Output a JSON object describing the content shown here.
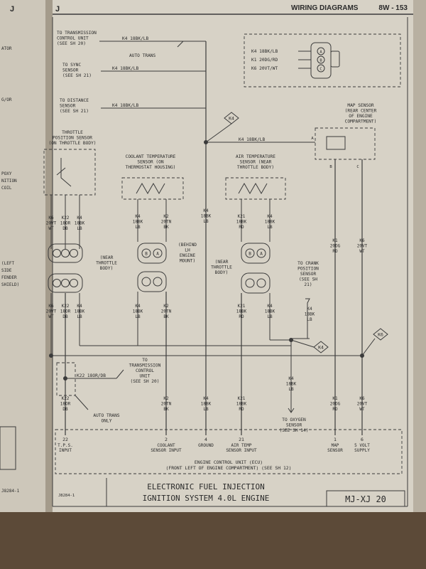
{
  "header": {
    "left_letter": "J",
    "page_letter": "J",
    "title": "WIRING DIAGRAMS",
    "page_number": "8W - 153"
  },
  "left_page": {
    "fragments": [
      "ATOR",
      "G/OR",
      "POXY",
      "NITION",
      "COIL",
      "(LEFT",
      "SIDE",
      "FENDER",
      "SHIELD)",
      "J8284-1"
    ]
  },
  "top_feeds": {
    "tcu": {
      "lines": [
        "TO TRANSMISSION",
        "CONTROL UNIT",
        "(SEE SH 20)"
      ],
      "wire": "K4 18BK/LB",
      "note": "AUTO TRANS"
    },
    "sync": {
      "lines": [
        "TO SYNC",
        "SENSOR",
        "(SEE SH 21)"
      ],
      "wire": "K4 18BK/LB"
    },
    "distance": {
      "lines": [
        "TO DISTANCE",
        "SENSOR",
        "(SEE SH 21)"
      ],
      "wire": "K4 18BK/LB"
    },
    "splice_k4": "K4",
    "wire_k4_map": "K4 18BK/LB"
  },
  "map_connector": {
    "wires": [
      "K4 18BK/LB",
      "K1 20DG/RD",
      "K6 20VT/WT"
    ],
    "pins": [
      "A",
      "B",
      "C"
    ]
  },
  "map_sensor": {
    "lines": [
      "MAP SENSOR",
      "(REAR CENTER",
      "OF ENGINE",
      "COMPARTMENT)"
    ],
    "pins": [
      "A",
      "B",
      "C"
    ]
  },
  "tps": {
    "lines": [
      "THROTTLE",
      "POSITION SENSOR",
      "(ON THROTTLE BODY)"
    ],
    "wires_top": [
      [
        "K6",
        "20VT",
        "WT"
      ],
      [
        "K22",
        "18OR",
        "DB"
      ],
      [
        "K4",
        "18BK",
        "LB"
      ]
    ],
    "wires_bottom": [
      [
        "K6",
        "20VT",
        "WT"
      ],
      [
        "K22",
        "18OR",
        "DB"
      ],
      [
        "K4",
        "18BK",
        "LB"
      ]
    ],
    "near": [
      "(NEAR",
      "THROTTLE",
      "BODY)"
    ]
  },
  "coolant": {
    "lines": [
      "COOLANT TEMPERATURE",
      "SENSOR (ON",
      "THERMOSTAT HOUSING)"
    ],
    "wires_top": [
      [
        "K4",
        "18BK",
        "LB"
      ],
      [
        "K2",
        "20TN",
        "BK"
      ]
    ],
    "wires_bottom": [
      [
        "K4",
        "18BK",
        "LB"
      ],
      [
        "K2",
        "20TN",
        "BK"
      ]
    ],
    "behind": [
      "(BEHIND",
      "LH",
      "ENGINE",
      "MOUNT)"
    ]
  },
  "air": {
    "lines": [
      "AIR TEMPERATURE",
      "SENSOR (NEAR",
      "THROTTLE BODY)"
    ],
    "wires_top": [
      [
        "K21",
        "18BK",
        "RD"
      ],
      [
        "K4",
        "18BK",
        "LB"
      ]
    ],
    "wires_bottom": [
      [
        "K21",
        "18BK",
        "RD"
      ],
      [
        "K4",
        "18BK",
        "LB"
      ]
    ],
    "near": [
      "(NEAR",
      "THROTTLE",
      "BODY)"
    ]
  },
  "center_wire": [
    "K4",
    "18BK",
    "LB"
  ],
  "crank": {
    "lines": [
      "TO CRANK",
      "POSITION",
      "SENSOR",
      "(SEE SH",
      "21)"
    ],
    "wire": [
      "K4",
      "18BK",
      "LB"
    ]
  },
  "map_wires": {
    "k1": [
      "K1",
      "20DG",
      "RD"
    ],
    "k6": [
      "K6",
      "20VT",
      "WT"
    ]
  },
  "splices": {
    "k4": "K4",
    "k6": "K6"
  },
  "oxygen": {
    "wire": [
      "K4",
      "18BK",
      "LB"
    ],
    "lines": [
      "TO OXYGEN",
      "SENSOR",
      "(SEE SH 14)"
    ]
  },
  "tcu_low": {
    "lines": [
      "TO",
      "TRANSMISSION",
      "CONTROL",
      "UNIT",
      "(SEE SH 20)"
    ],
    "wire": "K22 18OR/DB",
    "note": [
      "AUTO TRANS",
      "ONLY"
    ]
  },
  "ecu_wires": [
    [
      "K22",
      "18OR",
      "DB"
    ],
    [
      "K2",
      "20TN",
      "BK"
    ],
    [
      "K4",
      "18BK",
      "LB"
    ],
    [
      "K21",
      "18BK",
      "RD"
    ],
    [
      "K1",
      "20DG",
      "RD"
    ],
    [
      "K6",
      "20VT",
      "WT"
    ]
  ],
  "ecu": {
    "pins": [
      {
        "num": "22",
        "label": [
          "T.P.S.",
          "INPUT"
        ]
      },
      {
        "num": "2",
        "label": [
          "COOLANT",
          "SENSOR INPUT"
        ]
      },
      {
        "num": "4",
        "label": [
          "GROUND"
        ]
      },
      {
        "num": "21",
        "label": [
          "AIR TEMP",
          "SENSOR INPUT"
        ]
      },
      {
        "num": "1",
        "label": [
          "MAP",
          "SENSOR"
        ]
      },
      {
        "num": "6",
        "label": [
          "5 VOLT",
          "SUPPLY"
        ]
      }
    ],
    "title": "ENGINE CONTROL UNIT (ECU)",
    "subtitle": "(FRONT LEFT OF ENGINE COMPARTMENT) (SEE SH 12)"
  },
  "footer": {
    "title_line1": "ELECTRONIC FUEL INJECTION",
    "title_line2": "IGNITION SYSTEM 4.0L ENGINE",
    "code": "MJ-XJ 20",
    "small_code": "J8284-1"
  }
}
